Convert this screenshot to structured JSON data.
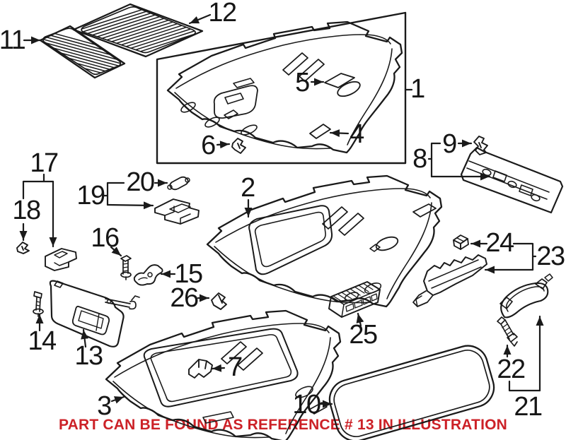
{
  "diagram": {
    "kind": "exploded-parts-illustration",
    "footer_note": "PART CAN BE FOUND AS REFERENCE # 13 IN ILLUSTRATION"
  },
  "callouts": {
    "c1": "1",
    "c2": "2",
    "c3": "3",
    "c4": "4",
    "c5": "5",
    "c6": "6",
    "c7": "7",
    "c8": "8",
    "c9": "9",
    "c10": "10",
    "c11": "11",
    "c12": "12",
    "c13": "13",
    "c14": "14",
    "c15": "15",
    "c16": "16",
    "c17": "17",
    "c18": "18",
    "c19": "19",
    "c20": "20",
    "c21": "21",
    "c22": "22",
    "c23": "23",
    "c24": "24",
    "c25": "25",
    "c26": "26"
  },
  "colors": {
    "line": "#1a1a1a",
    "background": "#ffffff",
    "note_red": "#cc2127"
  }
}
